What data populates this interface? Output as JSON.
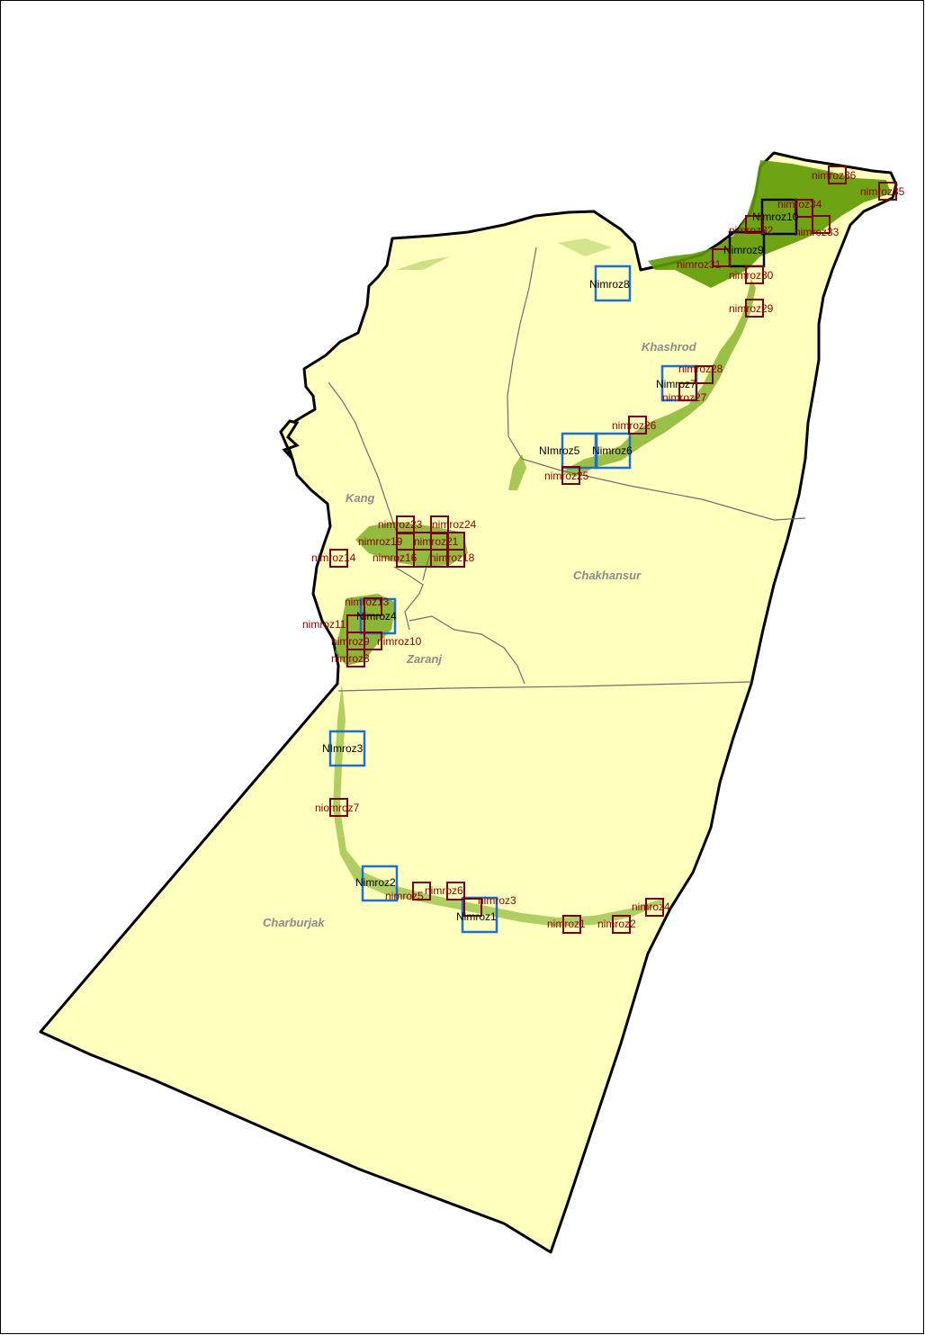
{
  "colors": {
    "land": "#ffffbe",
    "border": "#000000",
    "district_line": "#6e6e6e",
    "vegetation": "#5e9a00",
    "blue_box": "#1f6fd1",
    "red_box": "#7a0000",
    "district_label": "#8c8c8c"
  },
  "districts": [
    {
      "id": "khashrod",
      "label": "Khashrod"
    },
    {
      "id": "kang",
      "label": "Kang"
    },
    {
      "id": "chakhansur",
      "label": "Chakhansur"
    },
    {
      "id": "zaranj",
      "label": "Zaranj"
    },
    {
      "id": "charburjak",
      "label": "Charburjak"
    }
  ],
  "blue_sites": [
    {
      "id": "b1",
      "label": "Nimroz1"
    },
    {
      "id": "b2",
      "label": "Nimroz2"
    },
    {
      "id": "b3",
      "label": "NImroz3"
    },
    {
      "id": "b4",
      "label": "Nimroz4"
    },
    {
      "id": "b5",
      "label": "NImroz5"
    },
    {
      "id": "b6",
      "label": "Nimroz6"
    },
    {
      "id": "b7",
      "label": "Nimroz7"
    },
    {
      "id": "b8",
      "label": "Nimroz8"
    },
    {
      "id": "b9",
      "label": "Nimroz9"
    },
    {
      "id": "b10",
      "label": "Nimroz10"
    }
  ],
  "red_sites": [
    {
      "id": "r1",
      "label": "nimroz1"
    },
    {
      "id": "r2",
      "label": "nimroz2"
    },
    {
      "id": "r3",
      "label": "nimroz3"
    },
    {
      "id": "r4",
      "label": "nimroz4"
    },
    {
      "id": "r5",
      "label": "nimroz5"
    },
    {
      "id": "r6",
      "label": "nimroz6"
    },
    {
      "id": "r7",
      "label": "niomroz7"
    },
    {
      "id": "r8",
      "label": "nimroz8"
    },
    {
      "id": "r9",
      "label": "nimroz9"
    },
    {
      "id": "r10",
      "label": "nimroz10"
    },
    {
      "id": "r11",
      "label": "nimroz11"
    },
    {
      "id": "r13",
      "label": "nimroz13"
    },
    {
      "id": "r14",
      "label": "nimroz14"
    },
    {
      "id": "r16",
      "label": "nimroz16"
    },
    {
      "id": "r18",
      "label": "nimroz18"
    },
    {
      "id": "r19",
      "label": "nimroz19"
    },
    {
      "id": "r21",
      "label": "nimroz21"
    },
    {
      "id": "r23",
      "label": "nimroz23"
    },
    {
      "id": "r24",
      "label": "nimroz24"
    },
    {
      "id": "r25",
      "label": "nimroz25"
    },
    {
      "id": "r26",
      "label": "nimroz26"
    },
    {
      "id": "r27",
      "label": "nimroz27"
    },
    {
      "id": "r28",
      "label": "nimroz28"
    },
    {
      "id": "r29",
      "label": "nimroz29"
    },
    {
      "id": "r30",
      "label": "nimroz30"
    },
    {
      "id": "r31",
      "label": "nimroz31"
    },
    {
      "id": "r32",
      "label": "nimroz32"
    },
    {
      "id": "r33",
      "label": "nimroz33"
    },
    {
      "id": "r34",
      "label": "nimroz34"
    },
    {
      "id": "r35",
      "label": "nimroz35"
    },
    {
      "id": "r36",
      "label": "nimroz36"
    }
  ]
}
